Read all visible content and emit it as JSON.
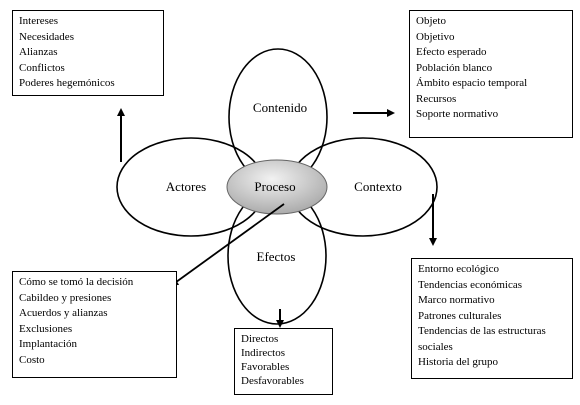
{
  "center": {
    "label": "Proceso"
  },
  "petals": {
    "top": "Contenido",
    "right": "Contexto",
    "left": "Actores",
    "bottom": "Efectos"
  },
  "boxes": {
    "top_left": [
      "Intereses",
      "Necesidades",
      "Alianzas",
      "Conflictos",
      "Poderes hegemónicos"
    ],
    "top_right": [
      "Objeto",
      "Objetivo",
      "Efecto esperado",
      "Población blanco",
      "Ámbito espacio temporal",
      "Recursos",
      "Soporte normativo"
    ],
    "bottom_right": [
      "Entorno ecológico",
      "Tendencias económicas",
      "Marco normativo",
      "Patrones culturales",
      "Tendencias de las estructuras sociales",
      "Historia del grupo"
    ],
    "bottom_left": [
      "Cómo se tomó la decisión",
      "Cabildeo y presiones",
      "Acuerdos y alianzas",
      "Exclusiones",
      "Implantación",
      "Costo"
    ],
    "bottom_center": [
      "Directos",
      "Indirectos",
      "Favorables",
      "Desfavorables"
    ]
  },
  "colors": {
    "center_fill_light": "#f2f2f2",
    "center_fill_dark": "#a6a6a6",
    "stroke": "#000000"
  }
}
